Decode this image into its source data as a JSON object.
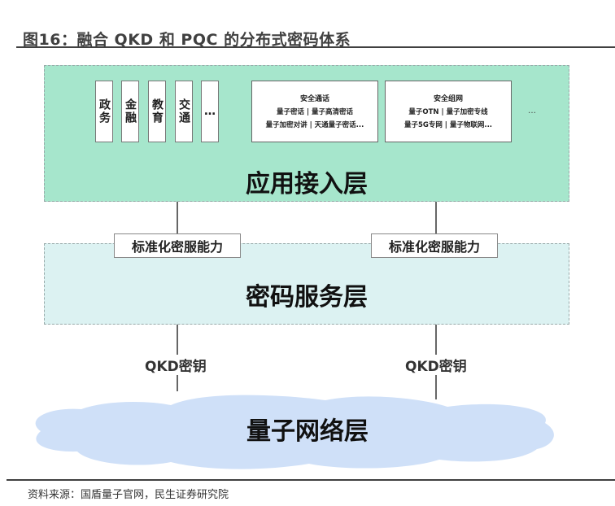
{
  "title": "图16：融合 QKD 和 PQC 的分布式密码体系",
  "app_layer": {
    "title": "应用接入层",
    "sectors": [
      "政务",
      "金融",
      "教育",
      "交通",
      "…"
    ],
    "service_boxes": [
      {
        "title": "安全通话",
        "lines": [
          "量子密话 | 量子高清密话",
          "量子加密对讲 | 天通量子密话..."
        ]
      },
      {
        "title": "安全组网",
        "lines": [
          "量子OTN | 量子加密专线",
          "量子5G专网 | 量子物联网..."
        ]
      }
    ],
    "more": "…"
  },
  "connectors": {
    "std_label_left": "标准化密服能力",
    "std_label_right": "标准化密服能力",
    "qkd_label_left": "QKD密钥",
    "qkd_label_right": "QKD密钥"
  },
  "service_layer": {
    "title": "密码服务层"
  },
  "network_layer": {
    "title": "量子网络层"
  },
  "colors": {
    "app_layer": "#a6e6cc",
    "service_layer": "#dcf2f2",
    "network_layer": "#cfe0f8"
  },
  "source": "资料来源：国盾量子官网，民生证券研究院"
}
